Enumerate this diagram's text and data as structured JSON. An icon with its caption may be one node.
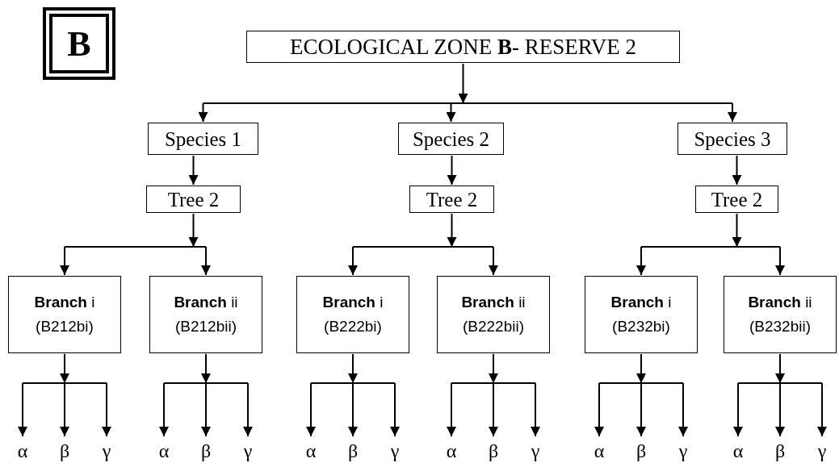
{
  "diagram": {
    "nodes": [
      {
        "text": [
          "B"
        ]
      },
      {
        "text": [
          "ECOLOGICAL ZONE **B**- RESERVE 2"
        ]
      },
      {
        "text": [
          "Species 1"
        ]
      },
      {
        "text": [
          "Species 2"
        ]
      },
      {
        "text": [
          "Species 3"
        ]
      },
      {
        "text": [
          "Tree 2"
        ]
      },
      {
        "text": [
          "Tree 2"
        ]
      },
      {
        "text": [
          "Tree 2"
        ]
      },
      {
        "text": [
          "**Branch** i",
          "(B212bi)"
        ]
      },
      {
        "text": [
          "**Branch** ii",
          "(B212bii)"
        ]
      },
      {
        "text": [
          "**Branch** i",
          "(B222bi)"
        ]
      },
      {
        "text": [
          "**Branch** ii",
          "(B222bii)"
        ]
      },
      {
        "text": [
          "**Branch** i",
          "(B232bi)"
        ]
      },
      {
        "text": [
          "**Branch** ii",
          "(B232bii)"
        ]
      },
      {
        "text": [
          "α"
        ]
      },
      {
        "text": [
          "β"
        ]
      },
      {
        "text": [
          "γ"
        ]
      },
      {
        "text": [
          "α"
        ]
      },
      {
        "text": [
          "β"
        ]
      },
      {
        "text": [
          "γ"
        ]
      },
      {
        "text": [
          "α"
        ]
      },
      {
        "text": [
          "β"
        ]
      },
      {
        "text": [
          "γ"
        ]
      },
      {
        "text": [
          "α"
        ]
      },
      {
        "text": [
          "β"
        ]
      },
      {
        "text": [
          "γ"
        ]
      },
      {
        "text": [
          "α"
        ]
      },
      {
        "text": [
          "β"
        ]
      },
      {
        "text": [
          "γ"
        ]
      },
      {
        "text": [
          "α"
        ]
      },
      {
        "text": [
          "β"
        ]
      },
      {
        "text": [
          "γ"
        ]
      }
    ],
    "edges": [
      {
        "from": 1,
        "to": 2,
        "arrow": "to"
      },
      {
        "from": 1,
        "to": 3,
        "arrow": "to"
      },
      {
        "from": 1,
        "to": 4,
        "arrow": "to"
      },
      {
        "from": 2,
        "to": 5,
        "arrow": "to"
      },
      {
        "from": 3,
        "to": 6,
        "arrow": "to"
      },
      {
        "from": 4,
        "to": 7,
        "arrow": "to"
      },
      {
        "from": 5,
        "to": 8,
        "arrow": "to"
      },
      {
        "from": 5,
        "to": 9,
        "arrow": "to"
      },
      {
        "from": 6,
        "to": 10,
        "arrow": "to"
      },
      {
        "from": 6,
        "to": 11,
        "arrow": "to"
      },
      {
        "from": 7,
        "to": 12,
        "arrow": "to"
      },
      {
        "from": 7,
        "to": 13,
        "arrow": "to"
      },
      {
        "from": 8,
        "to": 14,
        "arrow": "to"
      },
      {
        "from": 8,
        "to": 15,
        "arrow": "to"
      },
      {
        "from": 8,
        "to": 16,
        "arrow": "to"
      },
      {
        "from": 9,
        "to": 17,
        "arrow": "to"
      },
      {
        "from": 9,
        "to": 18,
        "arrow": "to"
      },
      {
        "from": 9,
        "to": 19,
        "arrow": "to"
      },
      {
        "from": 10,
        "to": 20,
        "arrow": "to"
      },
      {
        "from": 10,
        "to": 21,
        "arrow": "to"
      },
      {
        "from": 10,
        "to": 22,
        "arrow": "to"
      },
      {
        "from": 11,
        "to": 23,
        "arrow": "to"
      },
      {
        "from": 11,
        "to": 24,
        "arrow": "to"
      },
      {
        "from": 11,
        "to": 25,
        "arrow": "to"
      },
      {
        "from": 12,
        "to": 26,
        "arrow": "to"
      },
      {
        "from": 12,
        "to": 27,
        "arrow": "to"
      },
      {
        "from": 12,
        "to": 28,
        "arrow": "to"
      },
      {
        "from": 13,
        "to": 29,
        "arrow": "to"
      },
      {
        "from": 13,
        "to": 30,
        "arrow": "to"
      },
      {
        "from": 13,
        "to": 31,
        "arrow": "to"
      }
    ]
  }
}
